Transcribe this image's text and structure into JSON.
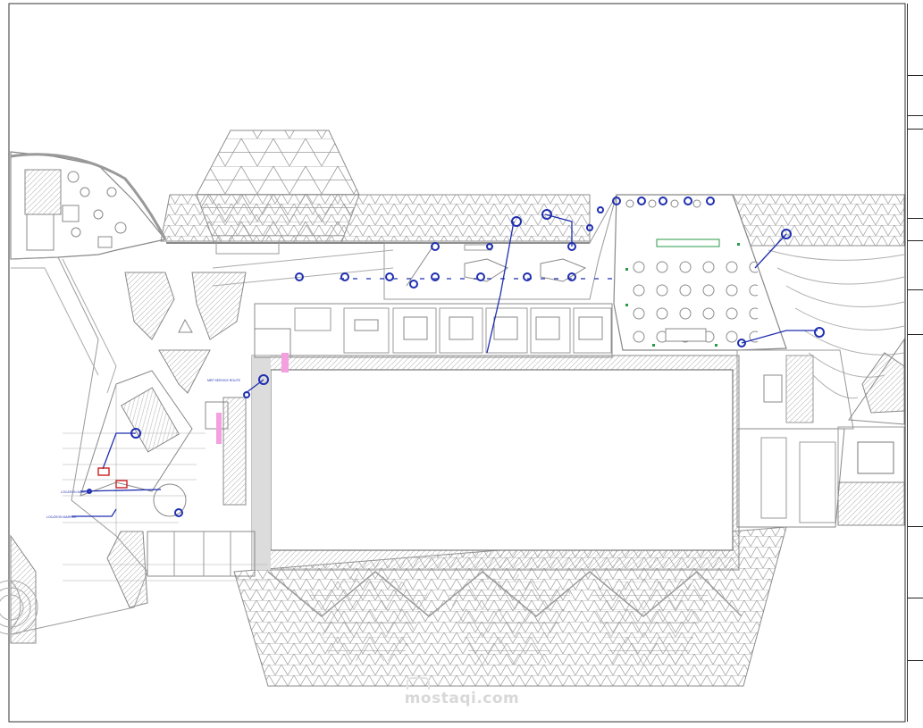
{
  "drawing": {
    "watermark_text": "mostaqi.com",
    "annotation_1": "LOCATION MARKER",
    "annotation_2": "LOCATION MARKER",
    "annotation_3": "MEP SERVICE ROUTE",
    "colors": {
      "line": "#9a9a9a",
      "line_dark": "#7a7a7a",
      "marker": "#1f2fb0",
      "accent": "#cc2020",
      "fill_light": "#e6e6e6"
    }
  }
}
